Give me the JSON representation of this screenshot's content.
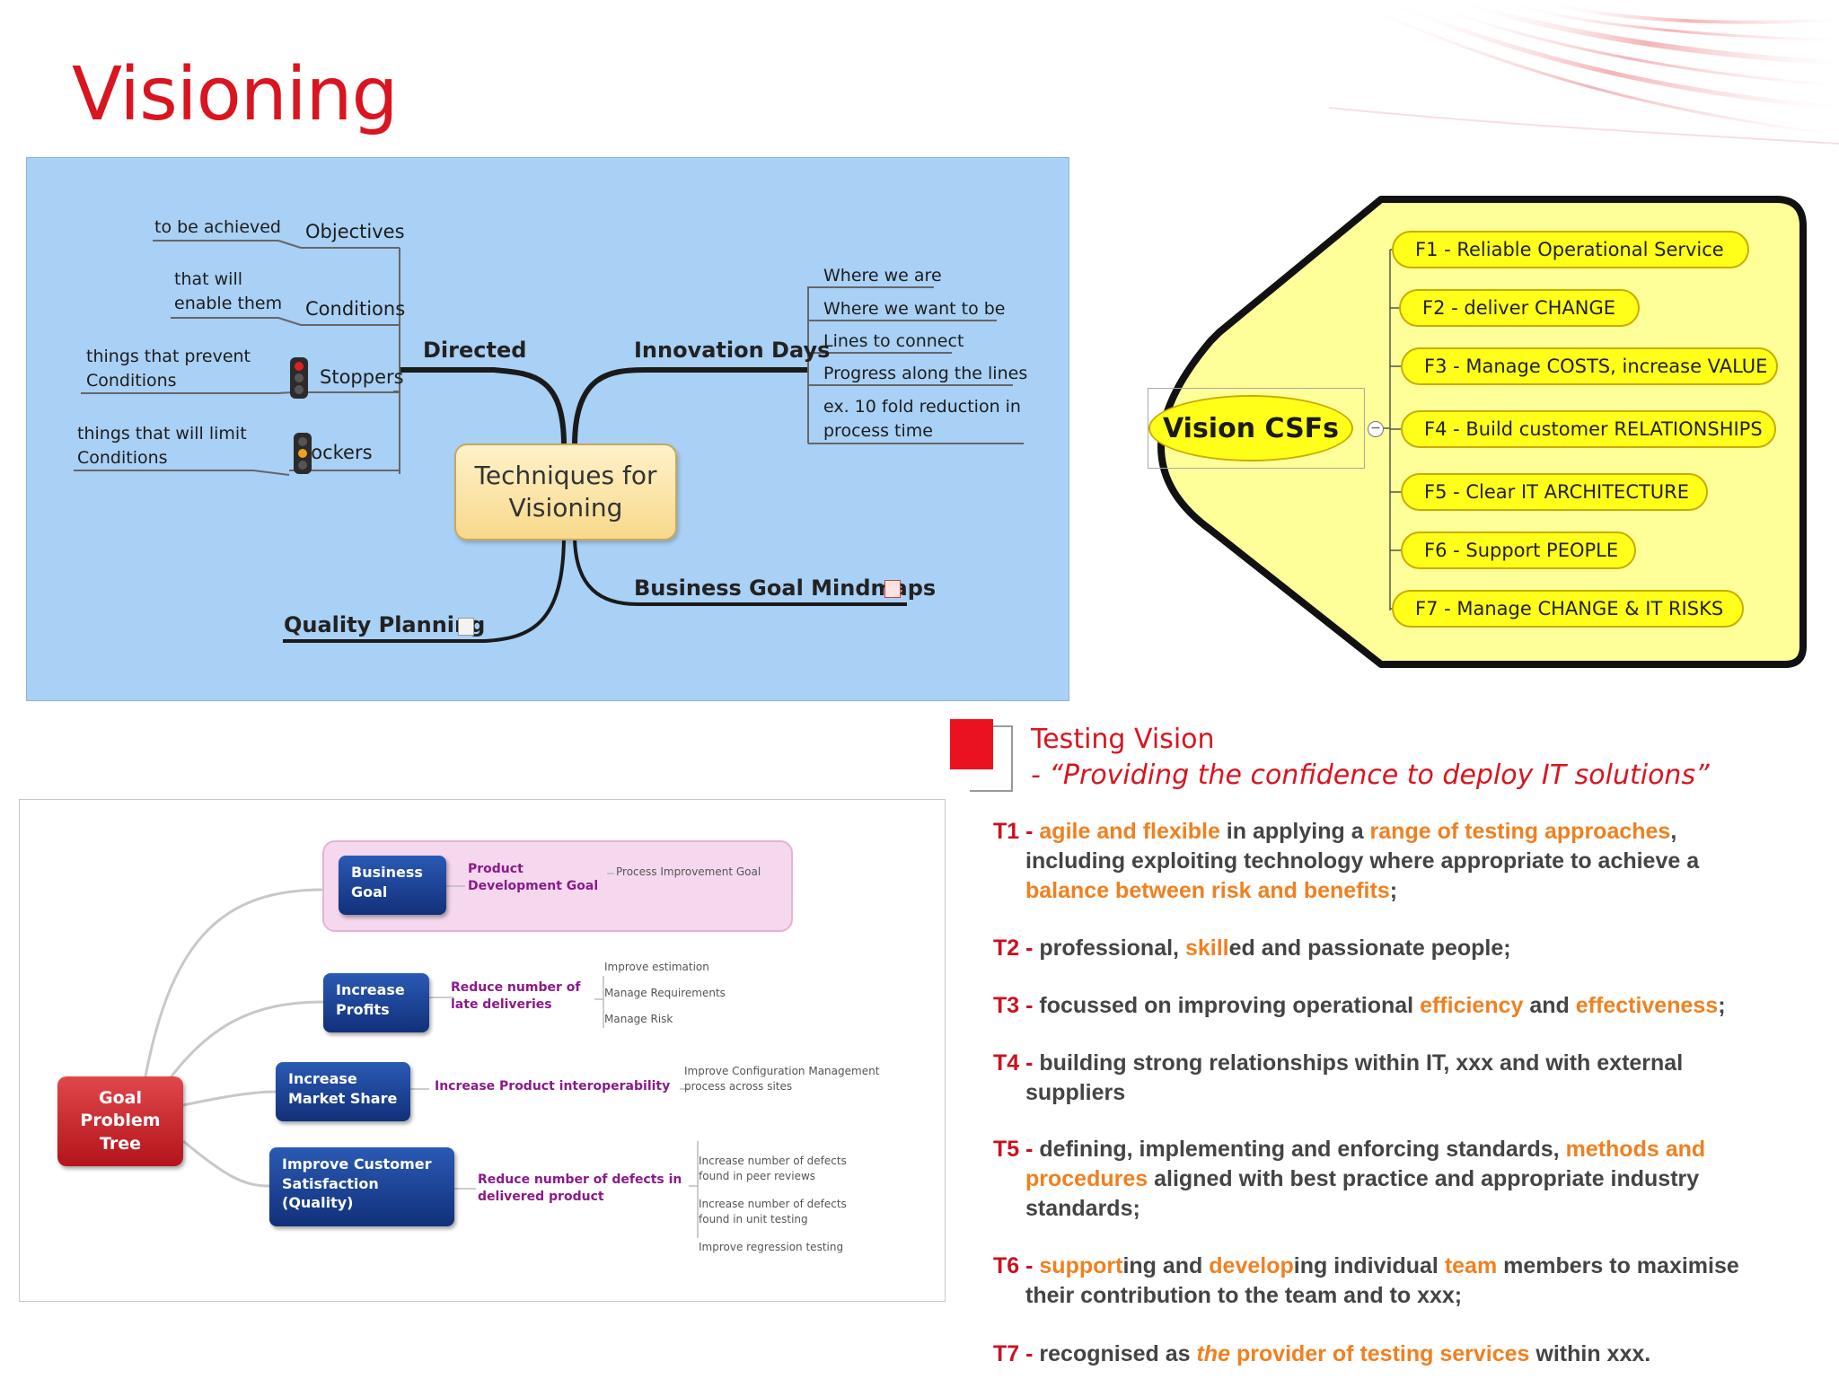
{
  "slide": {
    "title": "Visioning"
  },
  "techniques": {
    "central": [
      "Techniques for",
      "Visioning"
    ],
    "directed": {
      "label": "Directed",
      "children": [
        {
          "label": "Objectives",
          "note": [
            "to be achieved"
          ]
        },
        {
          "label": "Conditions",
          "note": [
            "that will",
            "enable them"
          ]
        },
        {
          "label": "Stoppers",
          "note": [
            "things that prevent",
            "Conditions"
          ],
          "icon": "traffic-light-red"
        },
        {
          "label": "Blockers",
          "note": [
            "things that will limit",
            "Conditions"
          ],
          "icon": "traffic-light-amber"
        }
      ]
    },
    "innovation_days": {
      "label": "Innovation Days",
      "children": [
        "Where we are",
        "Where we want to be",
        "Lines to connect",
        "Progress along the lines",
        "ex. 10 fold reduction in",
        "process time"
      ]
    },
    "business_goal": "Business Goal Mindmaps",
    "quality_planning": "Quality Planning"
  },
  "csf": {
    "root": "Vision CSFs",
    "collapse_symbol": "−",
    "items": [
      "F1 - Reliable Operational Service",
      "F2 - deliver CHANGE",
      "F3 - Manage COSTS, increase VALUE",
      "F4 - Build customer RELATIONSHIPS",
      "F5 - Clear IT ARCHITECTURE",
      "F6 - Support PEOPLE",
      "F7 - Manage CHANGE & IT RISKS"
    ],
    "colors": {
      "fill": "#ffff1a",
      "panel": "#ffff99",
      "border": "#111111"
    }
  },
  "goal_tree": {
    "root": [
      "Goal",
      "Problem",
      "Tree"
    ],
    "branches": [
      {
        "box": [
          "Business",
          "Goal"
        ],
        "sub": [
          "Product",
          "Development Goal"
        ],
        "leaves": [
          [
            "Process Improvement Goal"
          ]
        ]
      },
      {
        "box": [
          "Increase",
          "Profits"
        ],
        "sub": [
          "Reduce number of",
          "late deliveries"
        ],
        "leaves": [
          [
            "Improve estimation"
          ],
          [
            "Manage Requirements"
          ],
          [
            "Manage Risk"
          ]
        ]
      },
      {
        "box": [
          "Increase",
          "Market Share"
        ],
        "sub": [
          "Increase Product interoperability"
        ],
        "leaves": [
          [
            "Improve Configuration Management",
            "process across sites"
          ]
        ]
      },
      {
        "box": [
          "Improve Customer",
          "Satisfaction",
          "(Quality)"
        ],
        "sub": [
          "Reduce number of defects in",
          "delivered product"
        ],
        "leaves": [
          [
            "Increase number of defects",
            "found in peer reviews"
          ],
          [
            "Increase number of defects",
            "found in unit testing"
          ],
          [
            "Improve regression testing"
          ]
        ]
      }
    ]
  },
  "testing_vision": {
    "title": "Testing Vision",
    "subtitle": "- “Providing the confidence to deploy IT solutions”",
    "items": [
      {
        "label": "T1 -",
        "lines": [
          [
            [
              "hl",
              "agile and flexible"
            ],
            [
              "t",
              " in applying a "
            ],
            [
              "hl",
              "range of testing approaches"
            ],
            [
              "t",
              ","
            ]
          ],
          [
            [
              "t",
              "including exploiting technology where appropriate to achieve a"
            ]
          ],
          [
            [
              "hl",
              "balance between risk and benefits"
            ],
            [
              "t",
              ";"
            ]
          ]
        ]
      },
      {
        "label": "T2 -",
        "lines": [
          [
            [
              "t",
              "professional, "
            ],
            [
              "hl",
              "skill"
            ],
            [
              "t",
              "ed and passionate people;"
            ]
          ]
        ]
      },
      {
        "label": "T3 -",
        "lines": [
          [
            [
              "t",
              "focussed on improving operational "
            ],
            [
              "hl",
              "efficiency"
            ],
            [
              "t",
              " and "
            ],
            [
              "hl",
              "effectiveness"
            ],
            [
              "t",
              ";"
            ]
          ]
        ]
      },
      {
        "label": "T4 -",
        "lines": [
          [
            [
              "t",
              "building strong relationships within IT, xxx and with external"
            ]
          ],
          [
            [
              "t",
              "suppliers"
            ]
          ]
        ]
      },
      {
        "label": "T5 -",
        "lines": [
          [
            [
              "t",
              "defining, implementing and enforcing standards, "
            ],
            [
              "hl",
              "methods and"
            ]
          ],
          [
            [
              "hl",
              "procedures"
            ],
            [
              "t",
              " aligned with best practice and appropriate industry"
            ]
          ],
          [
            [
              "t",
              "standards;"
            ]
          ]
        ]
      },
      {
        "label": "T6 -",
        "lines": [
          [
            [
              "hl",
              "support"
            ],
            [
              "t",
              "ing and "
            ],
            [
              "hl",
              "develop"
            ],
            [
              "t",
              "ing individual "
            ],
            [
              "hl",
              "team"
            ],
            [
              "t",
              " members to maximise"
            ]
          ],
          [
            [
              "t",
              "their contribution to the team and to xxx;"
            ]
          ]
        ]
      },
      {
        "label": "T7 -",
        "lines": [
          [
            [
              "t",
              "recognised as "
            ],
            [
              "hli",
              "the"
            ],
            [
              "t",
              " "
            ],
            [
              "hl",
              "provider of testing services"
            ],
            [
              "t",
              " within xxx."
            ]
          ]
        ]
      }
    ],
    "colors": {
      "label": "#cc1020",
      "highlight": "#f08020",
      "text": "#444444"
    }
  },
  "colors": {
    "title": "#d9151f",
    "mindmap_bg": "#a9d0f5",
    "accent_red": "#ea1220"
  }
}
